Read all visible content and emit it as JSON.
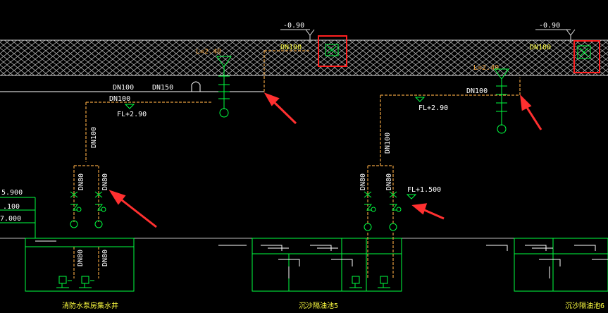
{
  "colors": {
    "background": "#000000",
    "pipe": "#e8a040",
    "equipment": "#00ff40",
    "text_white": "#ffffff",
    "highlight": "#ff2020",
    "arrow": "#ff3030",
    "hatch": "#cccccc",
    "level_line": "#e0e0e0",
    "yellow_text": "#ffff40"
  },
  "level_marks": {
    "left": "-0.90",
    "right": "-0.90"
  },
  "pipe_labels": {
    "dn100_a": "DN100",
    "dn100_b": "DN100",
    "dn150": "DN150",
    "dn100_vert_left": "DN100",
    "dn80_l1": "DN80",
    "dn80_l2": "DN80",
    "dn80_l3": "DN80",
    "dn80_l4": "DN80",
    "dn100_right_top": "DN100",
    "dn100_vert_right": "DN100",
    "dn80_r1": "DN80",
    "dn80_r2": "DN80",
    "dn100_hatch_1": "DN100",
    "dn100_hatch_2": "DN100",
    "hatch_small_1": "L=2.40",
    "hatch_small_2": "L=2.40"
  },
  "floor_levels": {
    "fl_left": "FL+2.90",
    "fl_right": "FL+2.90",
    "fl_tank": "FL+1.500"
  },
  "left_elevations": [
    "5.900",
    ".100",
    "7.000"
  ],
  "bottom_labels": {
    "left": "消防水泵房集水井",
    "middle": "沉沙隔油池5",
    "right": "沉沙隔油池6"
  }
}
